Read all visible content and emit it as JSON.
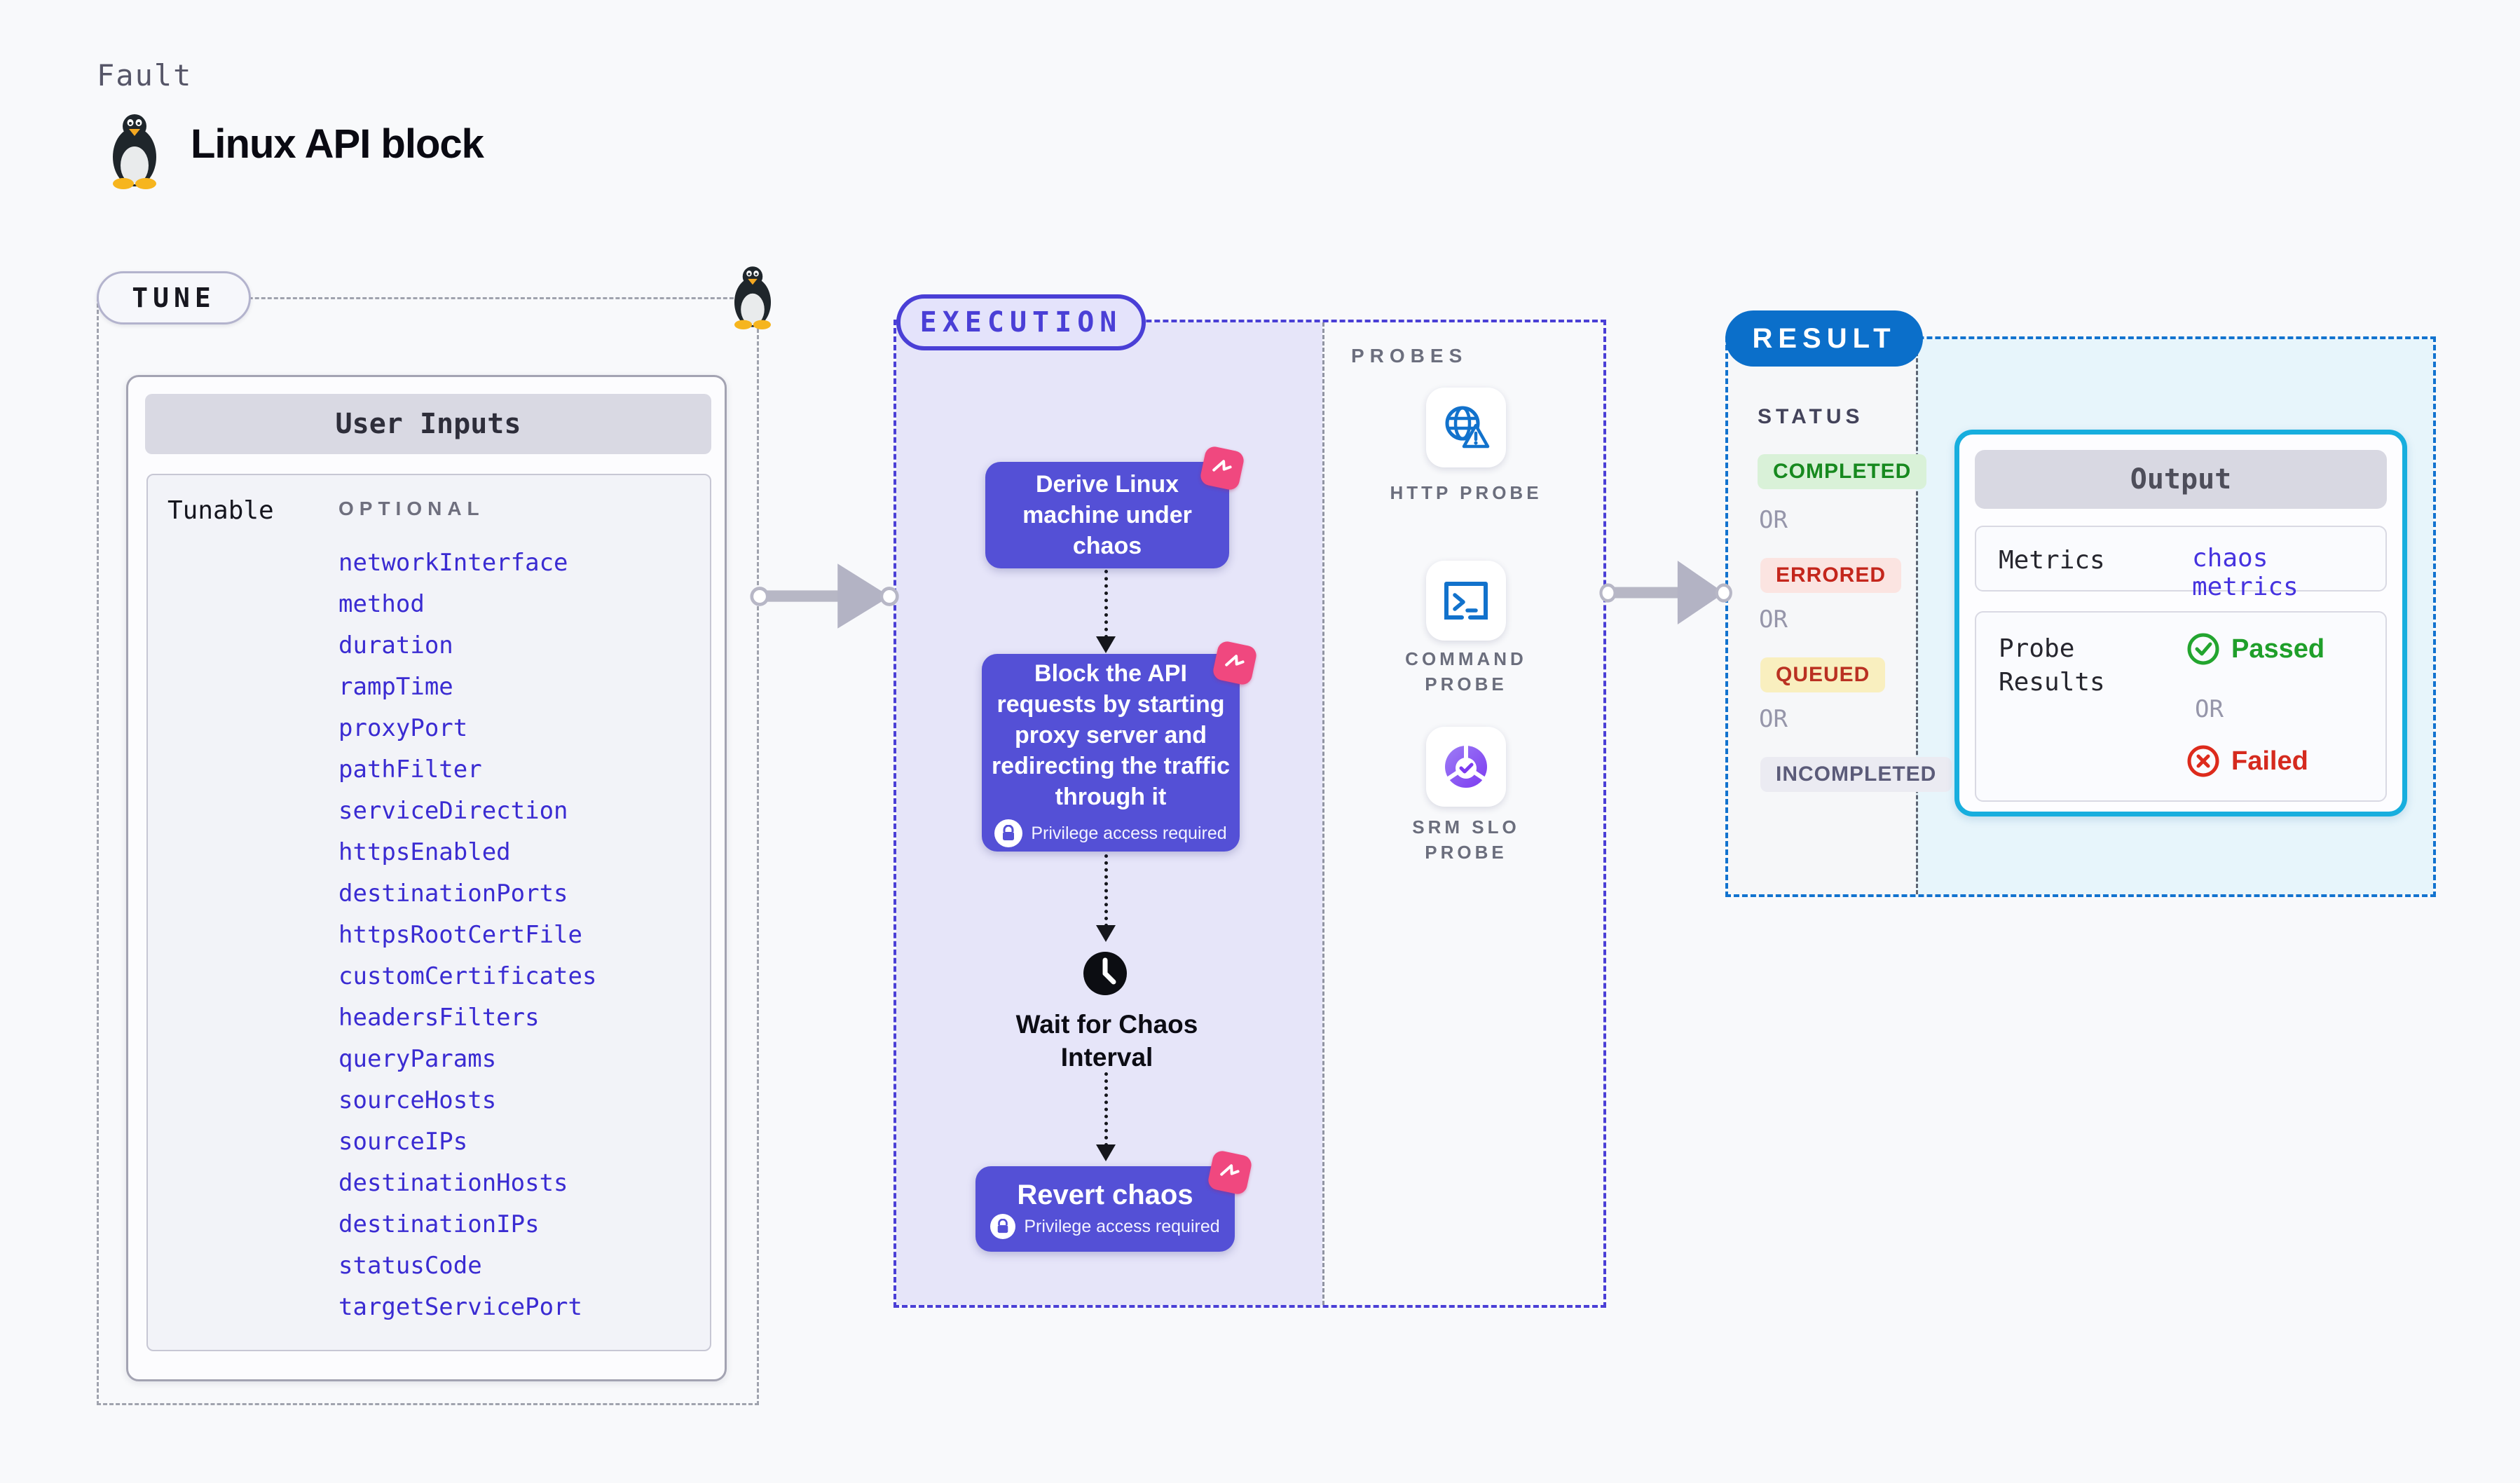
{
  "header": {
    "kicker": "Fault",
    "title": "Linux API block"
  },
  "tune": {
    "badge": "TUNE",
    "card_title": "User Inputs",
    "row_label": "Tunable",
    "col_label": "OPTIONAL",
    "params": [
      "networkInterface",
      "method",
      "duration",
      "rampTime",
      "proxyPort",
      "pathFilter",
      "serviceDirection",
      "httpsEnabled",
      "destinationPorts",
      "httpsRootCertFile",
      "customCertificates",
      "headersFilters",
      "queryParams",
      "sourceHosts",
      "sourceIPs",
      "destinationHosts",
      "destinationIPs",
      "statusCode",
      "targetServicePort"
    ]
  },
  "execution": {
    "badge": "EXECUTION",
    "steps": {
      "derive": "Derive Linux\nmachine under\nchaos",
      "block": "Block the API\nrequests by starting\nproxy server and\nredirecting the traffic\nthrough it",
      "revert": "Revert chaos"
    },
    "wait_label": "Wait for Chaos\nInterval",
    "privilege_label": "Privilege access required"
  },
  "probes": {
    "label": "PROBES",
    "http": "HTTP PROBE",
    "command": "COMMAND\nPROBE",
    "srm": "SRM SLO\nPROBE"
  },
  "result": {
    "badge": "RESULT",
    "status_label": "STATUS",
    "or_label": "OR",
    "statuses": {
      "completed": "COMPLETED",
      "errored": "ERRORED",
      "queued": "QUEUED",
      "incompleted": "INCOMPLETED"
    }
  },
  "output": {
    "title": "Output",
    "metrics_label": "Metrics",
    "metrics_value": "chaos metrics",
    "probe_results_label": "Probe\nResults",
    "or_label": "OR",
    "passed_label": "Passed",
    "failed_label": "Failed"
  },
  "colors": {
    "page_bg": "#f8f9fb",
    "execution_indigo": "#4a3fd6",
    "flow_box_indigo": "#5450d6",
    "chaos_pink": "#f0487f",
    "result_blue": "#0b6fca",
    "output_border_cyan": "#17aede",
    "param_blue": "#3a2bd2",
    "passed_green": "#1f9f2a",
    "failed_red": "#d52a1e",
    "probe_icon_blue": "#1272cc",
    "srm_purple": "#8350ec"
  }
}
